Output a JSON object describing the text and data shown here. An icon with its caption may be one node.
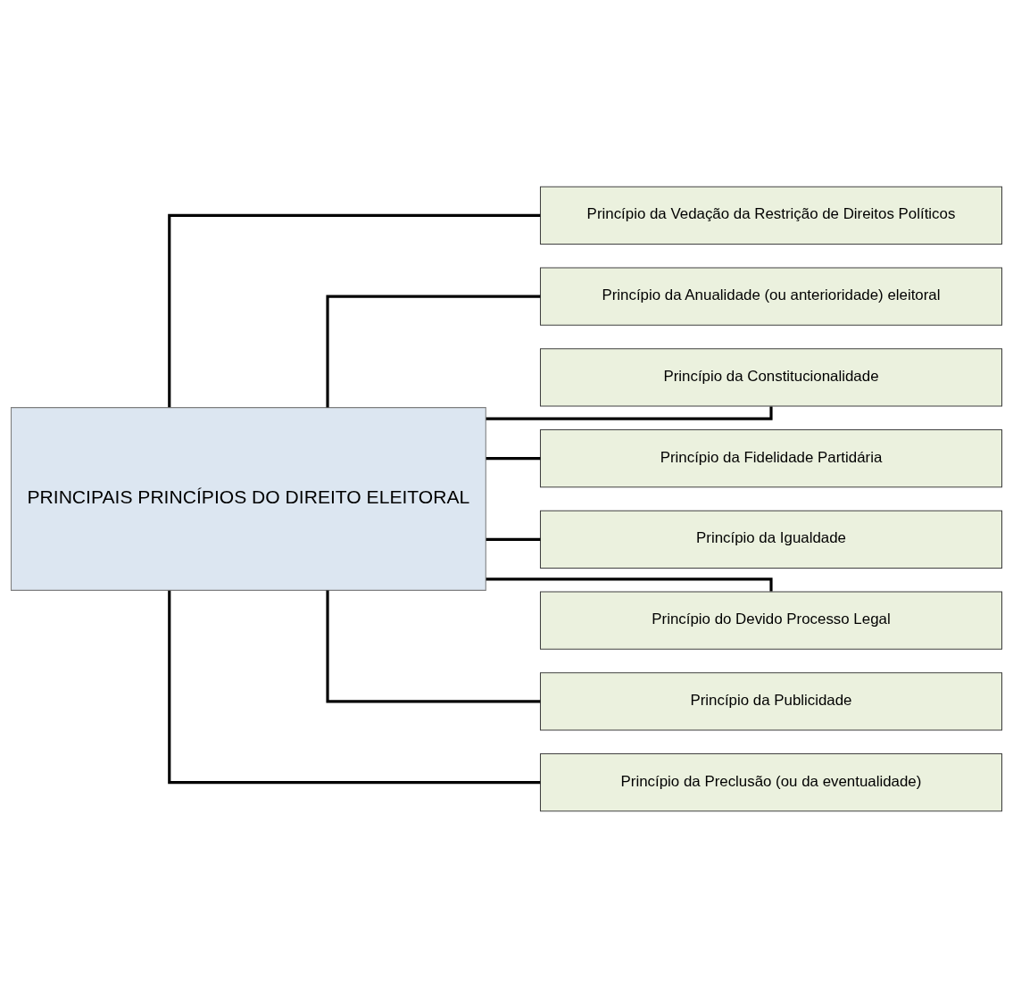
{
  "diagram": {
    "nodes": [
      {
        "text": [
          "PRINCIPAIS PRINCÍPIOS DO DIREITO ELEITORAL"
        ]
      },
      {
        "text": [
          "Princípio da Vedação da Restrição de Direitos Políticos"
        ]
      },
      {
        "text": [
          "Princípio da Anualidade (ou anterioridade) eleitoral"
        ]
      },
      {
        "text": [
          "Princípio da Constitucionalidade"
        ]
      },
      {
        "text": [
          "Princípio da Fidelidade Partidária"
        ]
      },
      {
        "text": [
          "Princípio da Igualdade"
        ]
      },
      {
        "text": [
          "Princípio do Devido Processo Legal"
        ]
      },
      {
        "text": [
          "Princípio da Publicidade"
        ]
      },
      {
        "text": [
          "Princípio da Preclusão (ou da eventualidade)"
        ]
      }
    ],
    "edges": [
      {
        "from": 0,
        "to": 1,
        "arrow": "none"
      },
      {
        "from": 0,
        "to": 2,
        "arrow": "none"
      },
      {
        "from": 0,
        "to": 3,
        "arrow": "none"
      },
      {
        "from": 0,
        "to": 4,
        "arrow": "none"
      },
      {
        "from": 0,
        "to": 5,
        "arrow": "none"
      },
      {
        "from": 0,
        "to": 6,
        "arrow": "none"
      },
      {
        "from": 0,
        "to": 7,
        "arrow": "none"
      },
      {
        "from": 0,
        "to": 8,
        "arrow": "none"
      }
    ]
  }
}
